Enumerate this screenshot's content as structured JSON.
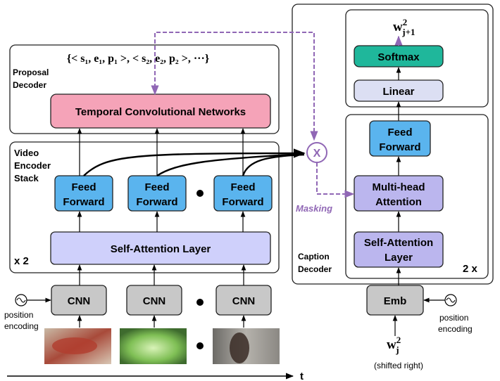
{
  "proposal_decoder": {
    "output_formula": "{< s₁, e₁, p₁ >, < s₂, e₂, p₂ >, ···}",
    "title_line1": "Proposal",
    "title_line2": "Decoder",
    "tcn_label": "Temporal Convolutional Networks"
  },
  "video_encoder": {
    "title_line1": "Video",
    "title_line2": "Encoder",
    "title_line3": "Stack",
    "feed_forward_line1": "Feed",
    "feed_forward_line2": "Forward",
    "self_attention_label": "Self-Attention Layer",
    "repeat_label": "x 2"
  },
  "inputs": {
    "cnn_label": "CNN",
    "position_encoding_line1": "position",
    "position_encoding_line2": "encoding",
    "time_axis_label": "t"
  },
  "caption_decoder": {
    "output_base": "w",
    "output_sup": "2",
    "output_sub": "j+1",
    "softmax_label": "Softmax",
    "linear_label": "Linear",
    "feed_forward_line1": "Feed",
    "feed_forward_line2": "Forward",
    "multihead_line1": "Multi-head",
    "multihead_line2": "Attention",
    "self_attention_line1": "Self-Attention",
    "self_attention_line2": "Layer",
    "title_line1": "Caption",
    "title_line2": "Decoder",
    "repeat_label": "2 x",
    "emb_label": "Emb",
    "position_encoding_line1": "position",
    "position_encoding_line2": "encoding",
    "input_base": "w",
    "input_sup": "2",
    "input_sub": "j",
    "shifted_label": "(shifted right)"
  },
  "masking_label": "Masking",
  "multiply_symbol": "X",
  "colors": {
    "tcn_fill": "#f5a3b8",
    "feed_forward_fill": "#5ab4ee",
    "self_attention_fill": "#cfd0fb",
    "multihead_fill": "#bbb6ee",
    "softmax_fill": "#1fb79b",
    "linear_fill": "#dcdff3",
    "cnn_fill": "#c8c8c8",
    "masking_purple": "#9067b5"
  }
}
